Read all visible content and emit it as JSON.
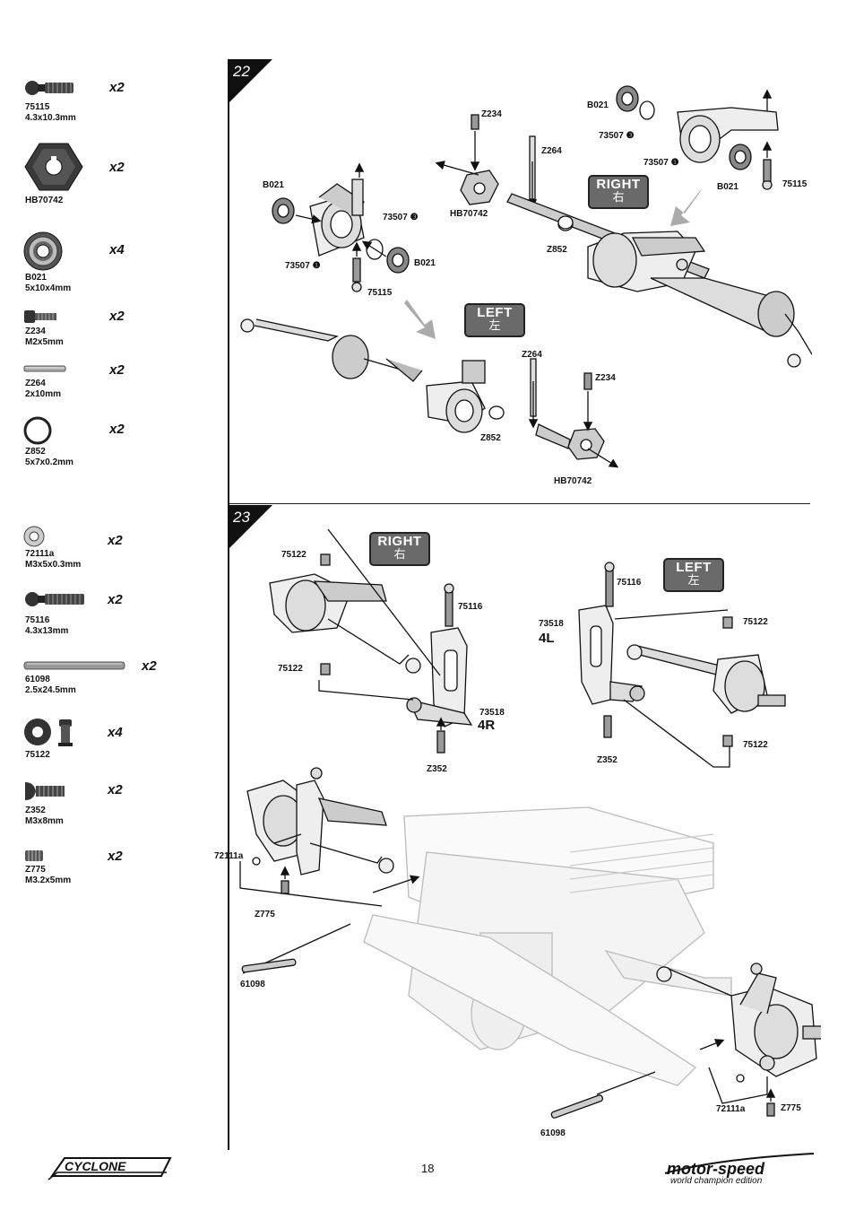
{
  "parts": [
    {
      "code": "75115",
      "spec": "4.3x10.3mm",
      "qty": "x2",
      "icon": "ball-stud-icon"
    },
    {
      "code": "HB70742",
      "spec": "",
      "qty": "x2",
      "icon": "hex-wheel-hub-icon"
    },
    {
      "code": "B021",
      "spec": "5x10x4mm",
      "qty": "x4",
      "icon": "bearing-icon"
    },
    {
      "code": "Z234",
      "spec": "M2x5mm",
      "qty": "x2",
      "icon": "cap-screw-icon"
    },
    {
      "code": "Z264",
      "spec": "2x10mm",
      "qty": "x2",
      "icon": "pin-icon"
    },
    {
      "code": "Z852",
      "spec": "5x7x0.2mm",
      "qty": "x2",
      "icon": "shim-icon"
    },
    {
      "code": "72111a",
      "spec": "M3x5x0.3mm",
      "qty": "x2",
      "icon": "washer-icon"
    },
    {
      "code": "75116",
      "spec": "4.3x13mm",
      "qty": "x2",
      "icon": "long-ball-stud-icon"
    },
    {
      "code": "61098",
      "spec": "2.5x24.5mm",
      "qty": "x2",
      "icon": "hinge-pin-icon"
    },
    {
      "code": "75122",
      "spec": "",
      "qty": "x4",
      "icon": "pivot-bushing-icon"
    },
    {
      "code": "Z352",
      "spec": "M3x8mm",
      "qty": "x2",
      "icon": "button-screw-icon"
    },
    {
      "code": "Z775",
      "spec": "M3.2x5mm",
      "qty": "x2",
      "icon": "set-screw-icon"
    }
  ],
  "steps": {
    "s22": {
      "number": "22",
      "right": {
        "en": "RIGHT",
        "cn": "右"
      },
      "left": {
        "en": "LEFT",
        "cn": "左"
      },
      "labels": {
        "z234_a": "Z234",
        "b021_a": "B021",
        "b021_b": "B021",
        "b021_c": "B021",
        "b021_d": "B021",
        "z264_a": "Z264",
        "hb_a": "HB70742",
        "z852_a": "Z852",
        "c3507_3a": "73507 ❸",
        "c3507_1a": "73507 ❶",
        "c3507_3b": "73507 ❸",
        "c3507_1b": "73507 ❶",
        "s75115_a": "75115",
        "s75115_b": "75115",
        "z264_b": "Z264",
        "z234_b": "Z234",
        "z852_b": "Z852",
        "hb_b": "HB70742"
      }
    },
    "s23": {
      "number": "23",
      "right": {
        "en": "RIGHT",
        "cn": "右"
      },
      "left": {
        "en": "LEFT",
        "cn": "左"
      },
      "labels": {
        "b75122_a": "75122",
        "b75122_b": "75122",
        "b75122_c": "75122",
        "b75122_d": "75122",
        "s75116_a": "75116",
        "s75116_b": "75116",
        "c73518_r": "73518",
        "c73518_l": "73518",
        "mark_4r": "4R",
        "mark_4l": "4L",
        "z352_a": "Z352",
        "z352_b": "Z352",
        "w72111_a": "72111a",
        "w72111_b": "72111a",
        "z775_a": "Z775",
        "z775_b": "Z775",
        "p61098_a": "61098",
        "p61098_b": "61098"
      }
    }
  },
  "footer": {
    "page_number": "18",
    "left_logo": "CYCLONE",
    "right_logo": "motor-speed",
    "tagline": "world champion edition"
  }
}
